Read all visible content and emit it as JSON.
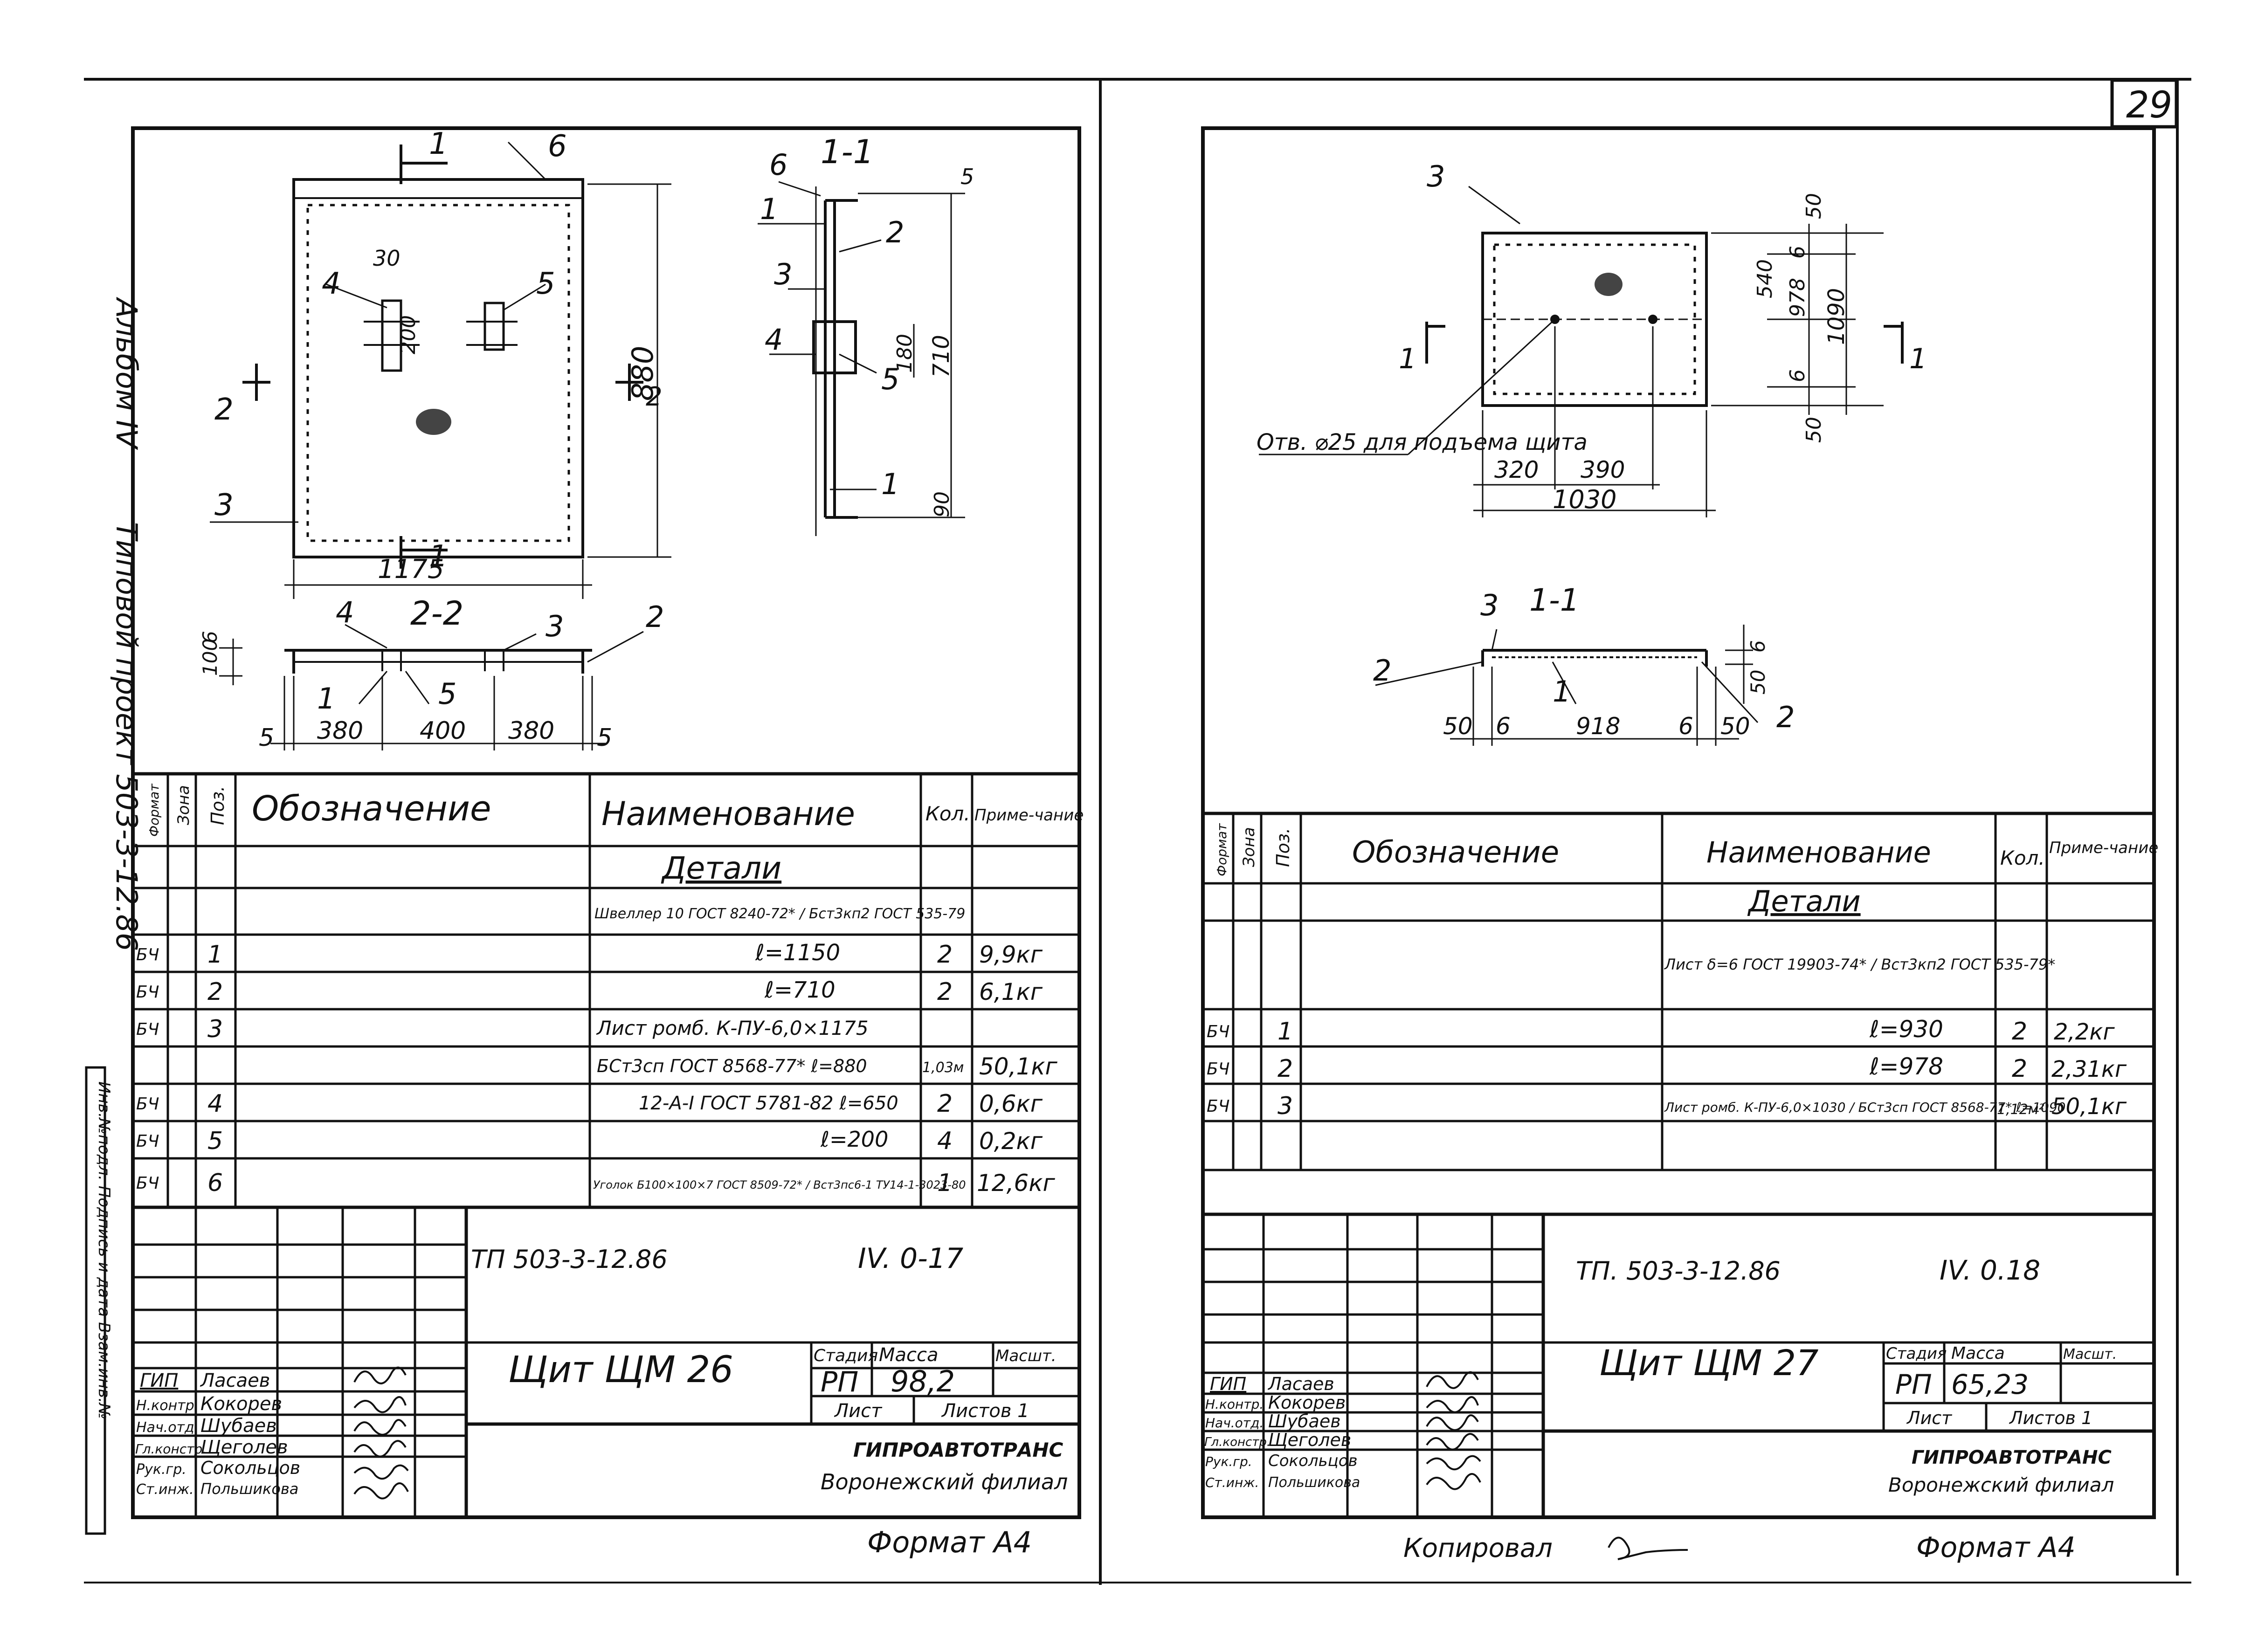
{
  "page_number": "29",
  "side_margin": {
    "album": "Альбом IV",
    "project": "Типовой проект 503-3-12.86",
    "stamp": "Инв.№подл. Подпись и дата Взам.инв.№"
  },
  "sheets": [
    {
      "id": "left",
      "drawing": {
        "views": {
          "section_1": "1-1",
          "section_2": "2-2"
        },
        "callouts": {
          "p1": "1",
          "p2": "2",
          "p3": "3",
          "p4": "4",
          "p5": "5",
          "p6": "6"
        },
        "cut_marks": {
          "c1": "1",
          "c2": "2"
        },
        "dims": {
          "d1175": "1175",
          "d880": "880",
          "d30": "30",
          "d200": "200",
          "d100": "100",
          "d6": "6",
          "d5": "5",
          "d380a": "380",
          "d400": "400",
          "d380b": "380",
          "d180": "180",
          "d710": "710",
          "d90": "90"
        }
      },
      "table": {
        "headers": {
          "format": "Формат",
          "zone": "Зона",
          "pos": "Поз.",
          "designation": "Обозначение",
          "name": "Наименование",
          "qty": "Кол.",
          "note": "Приме-чание"
        },
        "section": "Детали",
        "rows": [
          {
            "format": "",
            "pos": "",
            "name": "Швеллер 10 ГОСТ 8240-72* / Бст3кп2 ГОСТ 535-79",
            "qty": "",
            "note": ""
          },
          {
            "format": "БЧ",
            "pos": "1",
            "name": "ℓ=1150",
            "qty": "2",
            "note": "9,9кг"
          },
          {
            "format": "БЧ",
            "pos": "2",
            "name": "ℓ=710",
            "qty": "2",
            "note": "6,1кг"
          },
          {
            "format": "БЧ",
            "pos": "3",
            "name": "Лист ромб. К-ПУ-6,0×1175",
            "qty": "",
            "note": ""
          },
          {
            "format": "",
            "pos": "",
            "name": "БСт3сп ГОСТ 8568-77* ℓ=880",
            "qty": "1,03м",
            "note": "50,1кг"
          },
          {
            "format": "БЧ",
            "pos": "4",
            "name": "12-А-I ГОСТ 5781-82 ℓ=650",
            "qty": "2",
            "note": "0,6кг"
          },
          {
            "format": "БЧ",
            "pos": "5",
            "name": "ℓ=200",
            "qty": "4",
            "note": "0,2кг"
          },
          {
            "format": "БЧ",
            "pos": "6",
            "name": "Уголок Б100×100×7 ГОСТ 8509-72* / Вст3пс6-1 ТУ14-1-3023-80",
            "qty": "1",
            "note": "12,6кг"
          }
        ]
      },
      "title_block": {
        "code": "ТП 503-3-12.86",
        "album_sheet": "IV. 0-17",
        "title": "Щит ЩМ 26",
        "labels": {
          "stage": "Стадия",
          "mass": "Масса",
          "scale": "Масшт.",
          "sheet": "Лист",
          "sheets": "Листов 1"
        },
        "stage": "РП",
        "mass": "98,2",
        "roles": [
          {
            "role": "ГИП",
            "name": "Ласаев"
          },
          {
            "role": "Н.контр.",
            "name": "Кокорев"
          },
          {
            "role": "Нач.отд.",
            "name": "Шубаев"
          },
          {
            "role": "Гл.констр.",
            "name": "Щеголев"
          },
          {
            "role": "Рук.гр.",
            "name": "Сокольцов"
          },
          {
            "role": "Ст.инж.",
            "name": "Польшикова"
          }
        ],
        "org": "ГИПРОАВТОТРАНС",
        "branch": "Воронежский филиал",
        "format": "Формат А4"
      }
    },
    {
      "id": "right",
      "drawing": {
        "views": {
          "section_1": "1-1"
        },
        "callouts": {
          "p1": "1",
          "p2a": "2",
          "p2b": "2",
          "p3a": "3",
          "p3b": "3"
        },
        "cut_marks": {
          "c1a": "1",
          "c1b": "1"
        },
        "dims": {
          "d50a": "50",
          "d540": "540",
          "d978": "978",
          "d6a": "6",
          "d1090": "1090",
          "d6b": "6",
          "d50b": "50",
          "d320": "320",
          "d390": "390",
          "d1030": "1030",
          "d6c": "6",
          "d50c": "50",
          "d50d": "50",
          "d6d": "6",
          "d918": "918",
          "d6e": "6",
          "d50e": "50"
        },
        "note": "Отв. ⌀25 для подъема щита"
      },
      "table": {
        "headers": {
          "format": "Формат",
          "zone": "Зона",
          "pos": "Поз.",
          "designation": "Обозначение",
          "name": "Наименование",
          "qty": "Кол.",
          "note": "Приме-чание"
        },
        "section": "Детали",
        "rows": [
          {
            "format": "",
            "pos": "",
            "name": "Лист δ=6 ГОСТ 19903-74* / Вст3кп2 ГОСТ 535-79*",
            "qty": "",
            "note": ""
          },
          {
            "format": "БЧ",
            "pos": "1",
            "name": "ℓ=930",
            "qty": "2",
            "note": "2,2кг"
          },
          {
            "format": "БЧ",
            "pos": "2",
            "name": "ℓ=978",
            "qty": "2",
            "note": "2,31кг"
          },
          {
            "format": "БЧ",
            "pos": "3",
            "name": "Лист ромб. К-ПУ-6,0×1030 / БСт3сп ГОСТ 8568-77* ℓ=1090",
            "qty": "1,12м²",
            "note": "50,1кг"
          }
        ]
      },
      "title_block": {
        "code": "ТП. 503-3-12.86",
        "album_sheet": "IV. 0.18",
        "title": "Щит ЩМ 27",
        "labels": {
          "stage": "Стадия",
          "mass": "Масса",
          "scale": "Масшт.",
          "sheet": "Лист",
          "sheets": "Листов 1"
        },
        "stage": "РП",
        "mass": "65,23",
        "roles": [
          {
            "role": "ГИП",
            "name": "Ласаев"
          },
          {
            "role": "Н.контр.",
            "name": "Кокорев"
          },
          {
            "role": "Нач.отд.",
            "name": "Шубаев"
          },
          {
            "role": "Гл.констр.",
            "name": "Щеголев"
          },
          {
            "role": "Рук.гр.",
            "name": "Сокольцов"
          },
          {
            "role": "Ст.инж.",
            "name": "Польшикова"
          }
        ],
        "org": "ГИПРОАВТОТРАНС",
        "branch": "Воронежский филиал",
        "format": "Формат А4",
        "copied": "Копировал"
      }
    }
  ]
}
